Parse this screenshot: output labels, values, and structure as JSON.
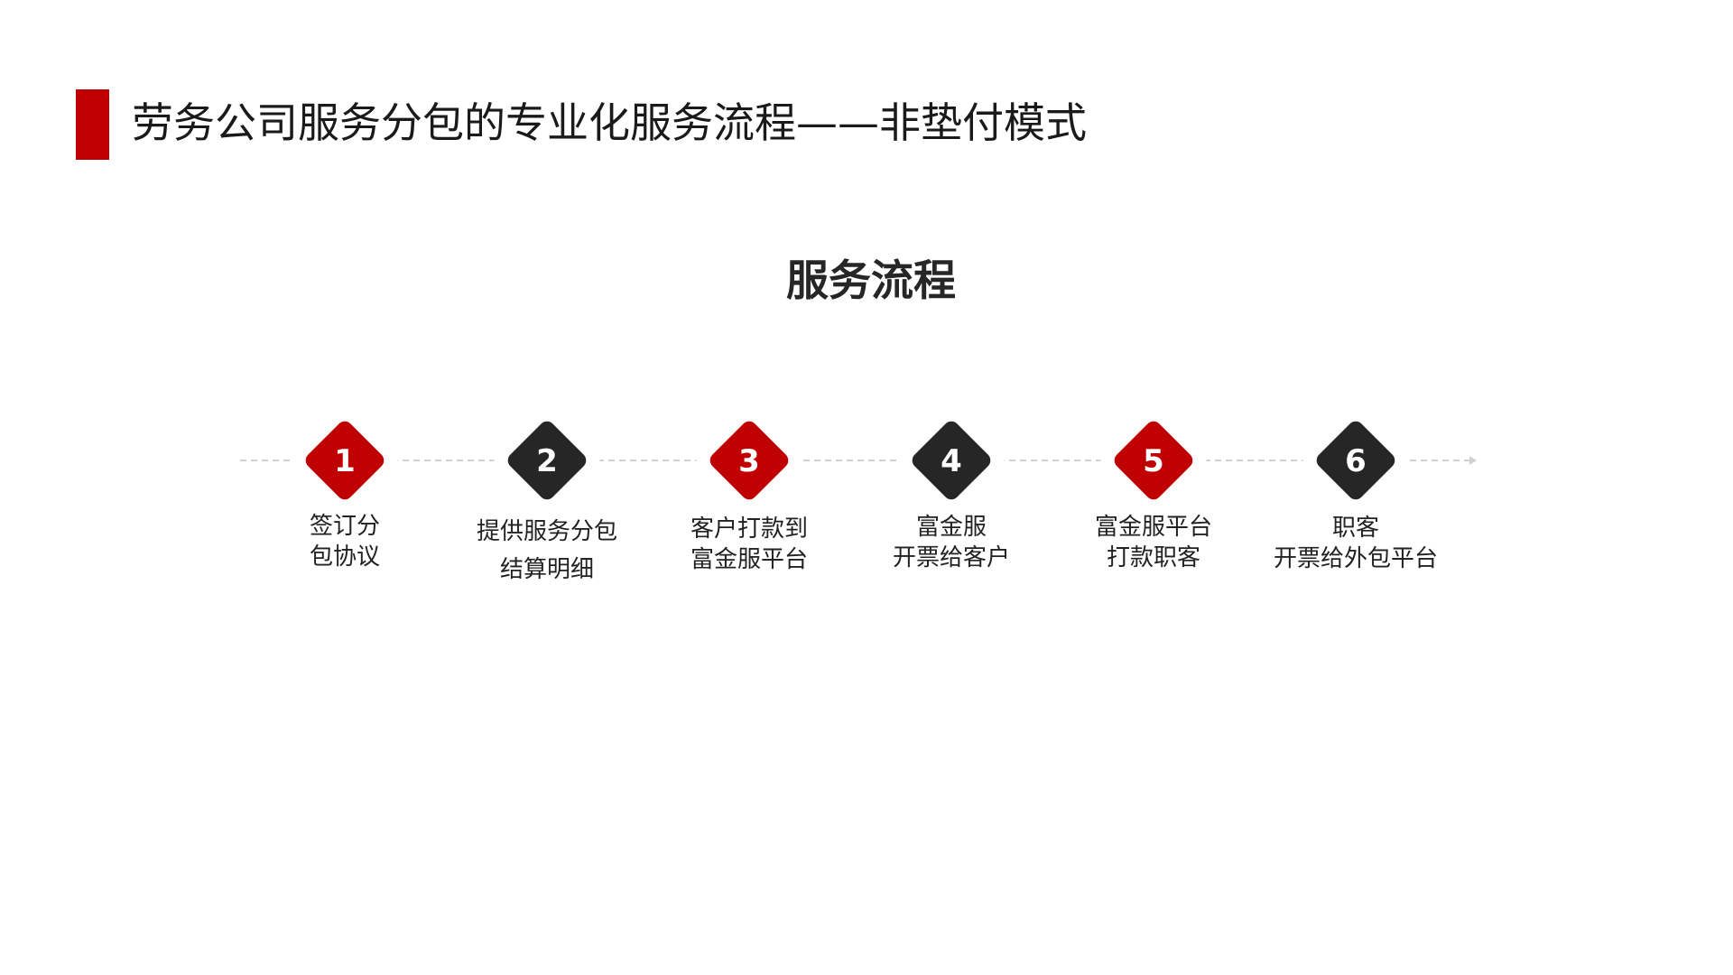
{
  "title": "劳务公司服务分包的专业化服务流程——非垫付模式",
  "subtitle": "服务流程",
  "colors": {
    "accent_red": "#c00000",
    "dark": "#262626",
    "connector": "#d0d0d0"
  },
  "steps": [
    {
      "number": "1",
      "color": "red",
      "line1": "签订分",
      "line2": "包协议"
    },
    {
      "number": "2",
      "color": "dark",
      "line1": "提供服务分包",
      "line2": "结算明细"
    },
    {
      "number": "3",
      "color": "red",
      "line1": "客户打款到",
      "line2": "富金服平台"
    },
    {
      "number": "4",
      "color": "dark",
      "line1": "富金服",
      "line2": "开票给客户"
    },
    {
      "number": "5",
      "color": "red",
      "line1": "富金服平台",
      "line2": "打款职客"
    },
    {
      "number": "6",
      "color": "dark",
      "line1": "职客",
      "line2": "开票给外包平台"
    }
  ]
}
